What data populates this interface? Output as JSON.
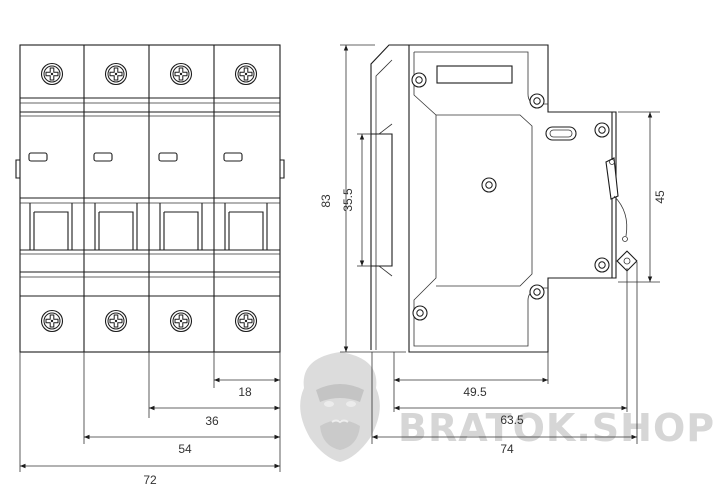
{
  "watermark": {
    "text": "BRATOK.SHOP",
    "logo_icon": "gorilla-head-icon"
  },
  "front_view": {
    "poles": 4,
    "dimensions": {
      "width_1": "18",
      "width_2": "36",
      "width_3": "54",
      "width_4": "72"
    }
  },
  "side_view": {
    "dimensions": {
      "height_total": "83",
      "rail_height": "35.5",
      "front_height": "45",
      "depth_1": "49.5",
      "depth_2": "63.5",
      "depth_3": "74"
    }
  },
  "colors": {
    "line": "#1c1c1c",
    "background": "#ffffff",
    "watermark": "#d6d6d6"
  }
}
